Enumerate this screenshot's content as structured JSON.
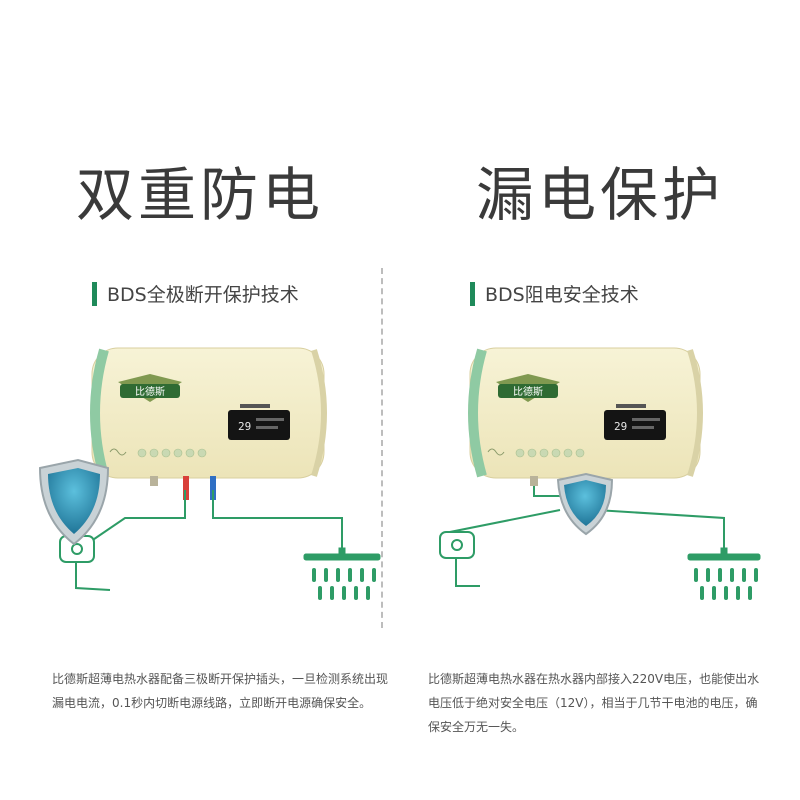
{
  "left": {
    "headline": "双重防电",
    "subtitle": "BDS全极断开保护技术",
    "brand_badge": "比德斯",
    "display_temp": "29",
    "caption": "比德斯超薄电热水器配备三极断开保护插头，一旦检测系统出现漏电电流，0.1秒内切断电源线路，立即断开电源确保安全。"
  },
  "right": {
    "headline": "漏电保护",
    "subtitle": "BDS阻电安全技术",
    "brand_badge": "比德斯",
    "display_temp": "29",
    "caption": "比德斯超薄电热水器在热水器内部接入220V电压，也能使出水电压低于绝对安全电压（12V），相当于几节干电池的电压，确保安全万无一失。"
  },
  "colors": {
    "accent_green": "#1f8a5a",
    "heater_body": "#f4efc9",
    "heater_side": "#cfe8d4",
    "pipe_green": "#2e9c66",
    "shield_blue": "#2a8bb0",
    "hot_pipe": "#d9403a",
    "cold_pipe": "#2f6fc4"
  }
}
